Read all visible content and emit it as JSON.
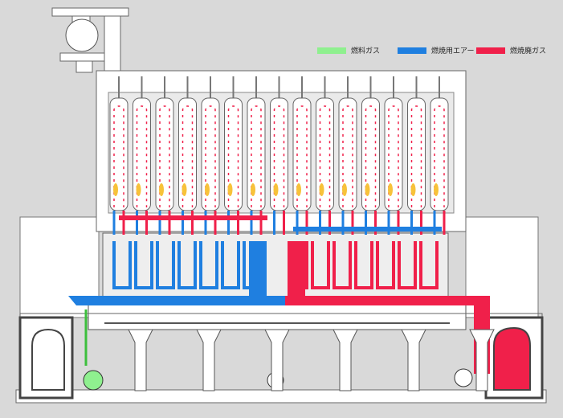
{
  "legend": [
    {
      "label": "燃料ガス",
      "color": "#8ff08f"
    },
    {
      "label": "燃焼用エアー",
      "color": "#1f7fe0"
    },
    {
      "label": "燃焼廃ガス",
      "color": "#f0204a"
    }
  ],
  "colors": {
    "background": "#d9d9d9",
    "structure": "#ffffff",
    "outline": "#555555",
    "fuel_gas": "#8ff08f",
    "combustion_air": "#1f7fe0",
    "exhaust_gas": "#f0204a",
    "flame": "#f7c23a"
  },
  "counts": {
    "ovens": 15,
    "regenerator_chambers_per_side": 7,
    "piers": 6
  }
}
